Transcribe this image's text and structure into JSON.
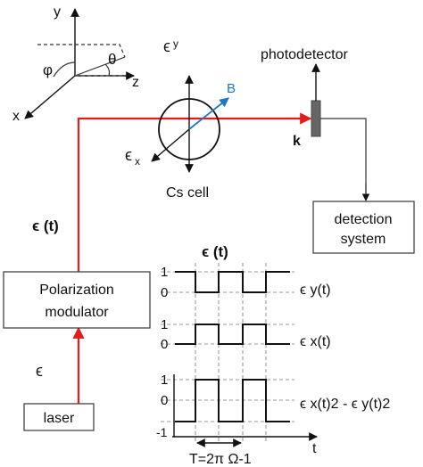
{
  "labels": {
    "axis_y": "y",
    "axis_z": "z",
    "axis_x": "x",
    "angle_phi": "φ",
    "angle_theta": "θ",
    "photodetector": "photodetector",
    "eps_y": "ϵ",
    "eps_y_sub": "y",
    "eps_x": "ϵ",
    "eps_x_sub": "x",
    "field_b": "B",
    "wave_vector_k": "k",
    "cs_cell": "Cs cell",
    "detection_system_line1": "detection",
    "detection_system_line2": "system",
    "eps_t_beam": "ϵ (t)",
    "eps_t_plot": "ϵ (t)",
    "polarization_modulator_line1": "Polarization",
    "polarization_modulator_line2": "modulator",
    "eps_laser": "ϵ",
    "laser": "laser"
  },
  "waveforms": {
    "wave_y": {
      "tick_high": "1",
      "tick_low": "0",
      "label": "ϵ y(t)",
      "levels": [
        1,
        0,
        1,
        0,
        1
      ]
    },
    "wave_x": {
      "tick_high": "1",
      "tick_low": "0",
      "label": "ϵ x(t)",
      "levels": [
        0,
        1,
        0,
        1,
        0
      ]
    },
    "wave_diff": {
      "tick_high": "1",
      "tick_mid": "0",
      "tick_low": "-1",
      "label": "ϵ x(t)2 - ϵ y(t)2",
      "levels": [
        -1,
        1,
        -1,
        1,
        -1
      ]
    },
    "time_axis": "t",
    "period": "T=2π Ω-1"
  },
  "colors": {
    "beam": "#e31b1b",
    "field_b": "#1f77c8",
    "box_border": "#444444",
    "dashes": "#9a9a9a"
  }
}
